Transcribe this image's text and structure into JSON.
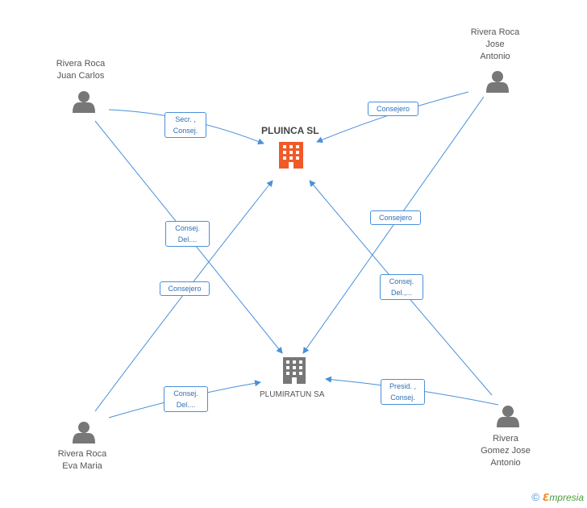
{
  "nodes": {
    "pluinca": {
      "name": "PLUINCA SL",
      "color": "#f05a28"
    },
    "plumiratun": {
      "name": "PLUMIRATUN SA",
      "color": "#777777"
    },
    "juan_carlos": {
      "name_line1": "Rivera Roca",
      "name_line2": "Juan Carlos"
    },
    "jose_antonio": {
      "name_line1": "Rivera Roca",
      "name_line2": "Jose",
      "name_line3": "Antonio"
    },
    "eva_maria": {
      "name_line1": "Rivera Roca",
      "name_line2": "Eva Maria"
    },
    "gomez_jose": {
      "name_line1": "Rivera",
      "name_line2": "Gomez Jose",
      "name_line3": "Antonio"
    }
  },
  "edges": {
    "jc_pluinca": "Secr. ,\nConsej.",
    "ja_pluinca": "Consejero",
    "jc_plumiratun": "Consej.\nDel....",
    "ja_plumiratun": "Consejero",
    "eva_pluinca": "Consejero",
    "gomez_pluinca": "Consej.\nDel.,...",
    "eva_plumiratun": "Consej.\nDel....",
    "gomez_plumiratun": "Presid. ,\nConsej."
  },
  "colors": {
    "edge": "#4a90d9",
    "person": "#777777"
  },
  "brand": {
    "copyright": "©",
    "e": "ℇ",
    "rest": "mpresia"
  }
}
